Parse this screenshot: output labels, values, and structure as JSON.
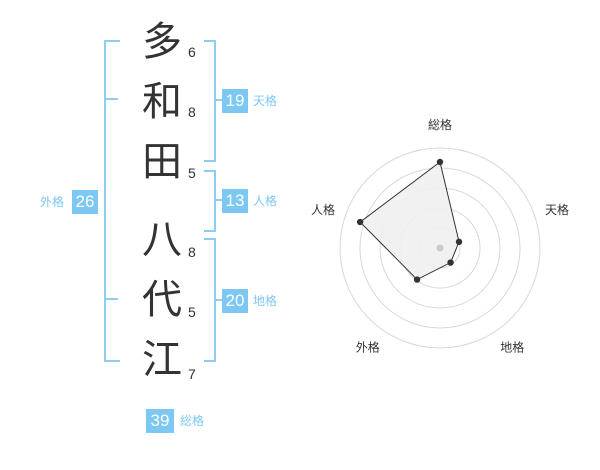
{
  "name": {
    "characters": [
      {
        "char": "多",
        "strokes": "6"
      },
      {
        "char": "和",
        "strokes": "8"
      },
      {
        "char": "田",
        "strokes": "5"
      },
      {
        "char": "八",
        "strokes": "8"
      },
      {
        "char": "代",
        "strokes": "5"
      },
      {
        "char": "江",
        "strokes": "7"
      }
    ]
  },
  "fortunes": {
    "tenkaku": {
      "value": "19",
      "label": "天格"
    },
    "jinkaku": {
      "value": "13",
      "label": "人格"
    },
    "chikaku": {
      "value": "20",
      "label": "地格"
    },
    "gaikaku": {
      "value": "26",
      "label": "外格"
    },
    "soukaku": {
      "value": "39",
      "label": "総格"
    }
  },
  "radar": {
    "axes": [
      "総格",
      "天格",
      "地格",
      "外格",
      "人格"
    ],
    "values": [
      0.86,
      0.2,
      0.18,
      0.39,
      0.84
    ],
    "colors": {
      "grid": "#d8d8d8",
      "fill": "#efefef",
      "stroke": "#333333",
      "point": "#333333",
      "center": "#cccccc"
    }
  }
}
